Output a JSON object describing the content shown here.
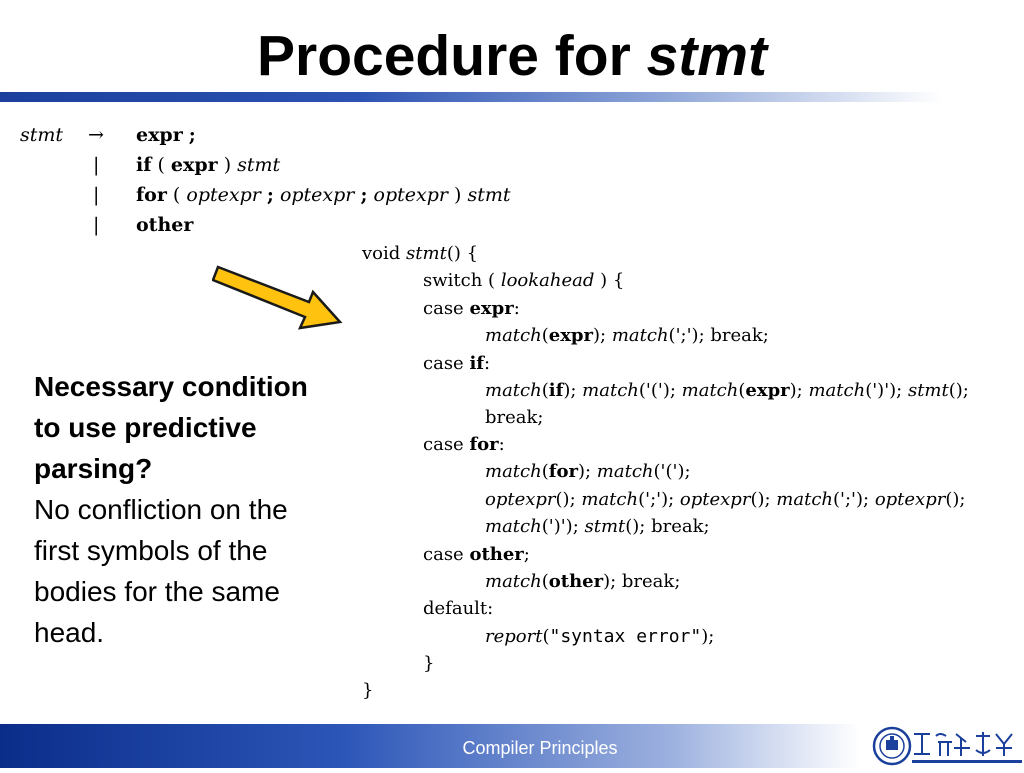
{
  "title": {
    "prefix": "Procedure for ",
    "emph": "stmt"
  },
  "grammar": {
    "head": "stmt",
    "arrow": "→",
    "bar": "|",
    "rule1": {
      "kw": "expr",
      "semi": ";"
    },
    "rule2": {
      "kw": "if",
      "lp": "(",
      "expr": "expr",
      "rp": ")",
      "stmt": "stmt"
    },
    "rule3": {
      "kw": "for",
      "lp": "(",
      "opt": "optexpr",
      "semi": ";",
      "rp": ")",
      "stmt": "stmt"
    },
    "rule4": {
      "kw": "other"
    }
  },
  "code": {
    "void": "void",
    "fn": "stmt",
    "open": "() {",
    "switch": "switch",
    "lp": "(",
    "lookahead": "lookahead",
    "rp_brace": ") {",
    "case": "case",
    "expr": "expr",
    "if": "if",
    "for": "for",
    "other": "other",
    "match": "match",
    "optexpr": "optexpr",
    "stmt": "stmt",
    "report": "report",
    "break": "break;",
    "default": "default:",
    "error_str": "\"syntax error\"",
    "semi_q": "';'",
    "lparen_q": "'('",
    "rparen_q": "')'",
    "close_inner": "}",
    "close_outer": "}"
  },
  "note": {
    "question": "Necessary condition to use predictive parsing?",
    "answer": "No confliction on the first symbols of the bodies for the same head."
  },
  "footer": {
    "text": "Compiler Principles"
  },
  "colors": {
    "arrow_fill": "#ffc20e",
    "arrow_stroke": "#1a1a1a",
    "brand_blue": "#1b3f9c"
  }
}
